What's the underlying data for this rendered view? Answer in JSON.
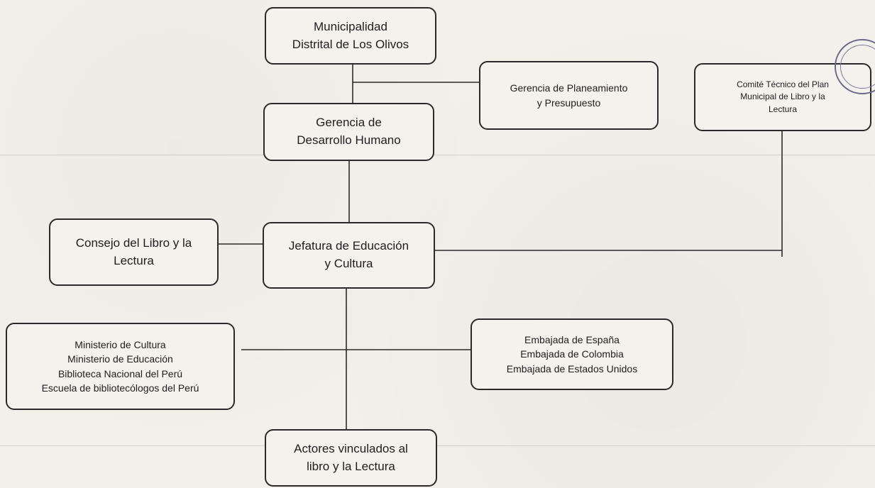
{
  "nodes": {
    "municipalidad": "Municipalidad\nDistrital de Los Olivos",
    "planeamiento": "Gerencia de Planeamiento\ny Presupuesto",
    "comite": "Comité Técnico del Plan\nMunicipal de Libro y la\nLectura",
    "gerencia_dh": "Gerencia de\nDesarrollo Humano",
    "consejo": "Consejo del Libro y la\nLectura",
    "jefatura": "Jefatura de Educación\ny Cultura",
    "ministerios": "Ministerio de Cultura\nMinisterio de Educación\nBiblioteca Nacional del Perú\nEscuela de bibliotecólogos del Perú",
    "embajadas": "Embajada de España\nEmbajada de Colombia\nEmbajada de Estados Unidos",
    "actores": "Actores vinculados al\nlibro y la Lectura"
  }
}
